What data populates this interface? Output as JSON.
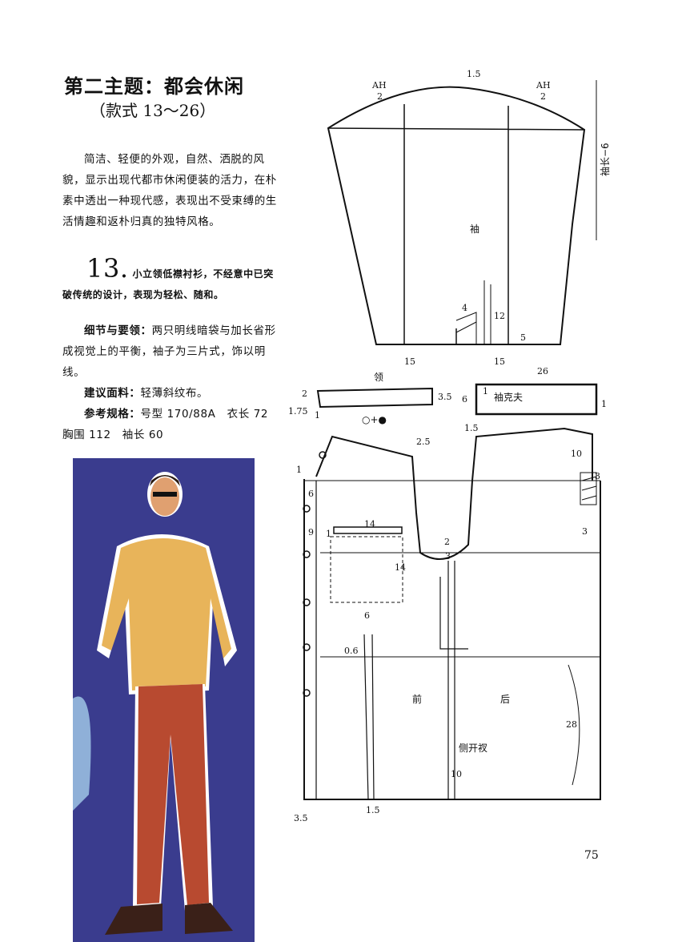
{
  "title": "第二主题：都会休闲",
  "subtitle": "（款式 13～26）",
  "intro": "简洁、轻便的外观，自然、洒脱的风貌，显示出现代都市休闲便装的活力，在朴素中透出一种现代感，表现出不受束缚的生活情趣和返朴归真的独特风格。",
  "item": {
    "number": "13.",
    "description": "小立领低襟衬衫，不经意中已突破传统的设计，表现为轻松、随和。"
  },
  "details": {
    "label": "细节与要领：",
    "text": "两只明线暗袋与加长省形成视觉上的平衡，袖子为三片式，饰以明线。"
  },
  "fabric": {
    "label": "建议面料：",
    "text": "轻薄斜纹布。"
  },
  "specs": {
    "label": "参考规格：",
    "text": "号型 170/88A　衣长 72　胸围 112　袖长 60"
  },
  "diagram": {
    "sleeve": {
      "ah_num": "AH",
      "ah_den": "2",
      "top": "1.5",
      "length": "袖长−6",
      "name": "袖",
      "d4": "4",
      "d12": "12",
      "d5": "5",
      "w1": "15",
      "w2": "15"
    },
    "collar": {
      "name": "领",
      "d2": "2",
      "h": "3.5",
      "d175": "1.75",
      "d1": "1",
      "formula": "○+●"
    },
    "cuff": {
      "w": "26",
      "h": "6",
      "d1": "1",
      "name": "袖克夫",
      "d1b": "1"
    },
    "body": {
      "shoulder_l": "1.5",
      "neck": "2.5",
      "d1": "1",
      "d10": "10",
      "d3a": "3",
      "d3b": "3",
      "d6": "6",
      "d9": "9",
      "pocket_w": "14",
      "pocket_1": "1",
      "pocket_h": "14",
      "d2": "2",
      "d3": "3",
      "d6b": "6",
      "d06": "0.6",
      "front": "前",
      "back": "后",
      "d28": "28",
      "vent": "侧开衩",
      "d10b": "10",
      "hem": "3.5",
      "d15": "1.5"
    }
  },
  "page_number": "75"
}
